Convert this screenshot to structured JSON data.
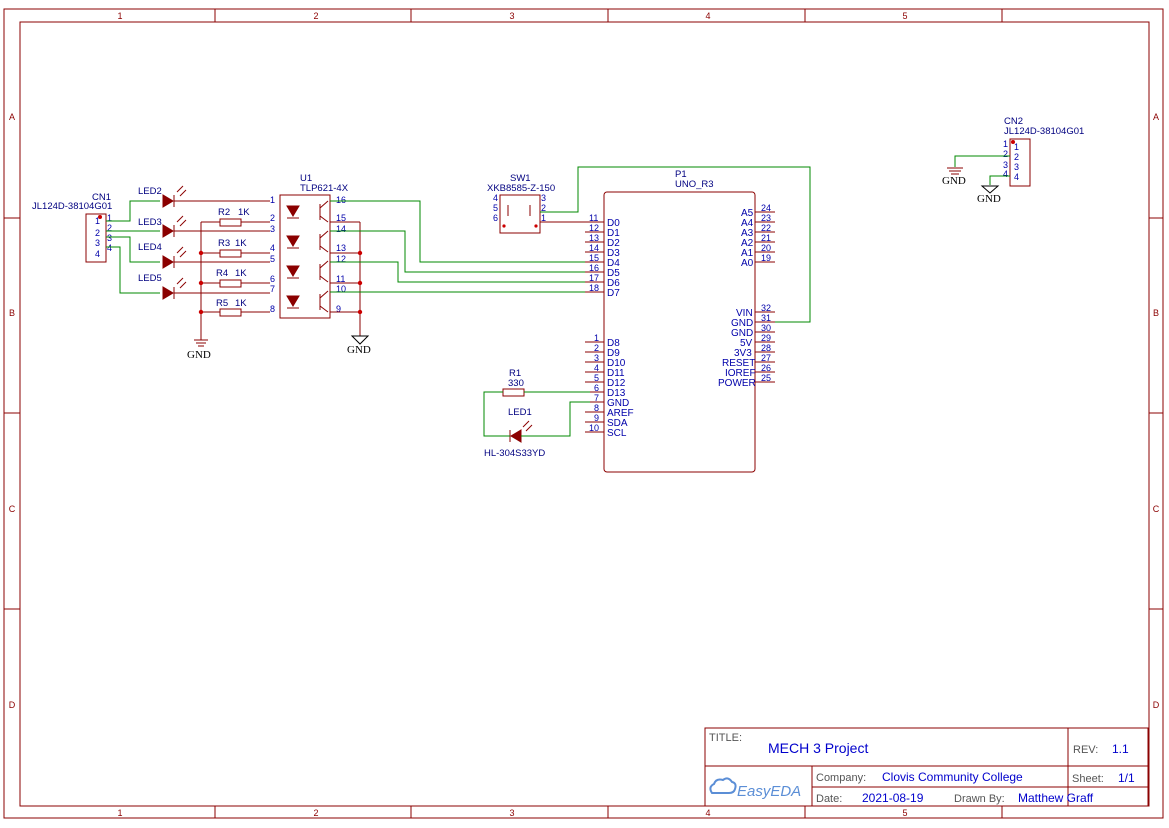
{
  "zones": {
    "cols": [
      "1",
      "2",
      "3",
      "4",
      "5"
    ],
    "rows": [
      "A",
      "B",
      "C",
      "D"
    ]
  },
  "components": {
    "cn1": {
      "ref": "CN1",
      "part": "JL124D-38104G01",
      "pins": [
        "1",
        "2",
        "3",
        "4"
      ],
      "numbers": [
        "1",
        "2",
        "3",
        "4"
      ]
    },
    "cn2": {
      "ref": "CN2",
      "part": "JL124D-38104G01",
      "pins": [
        "1",
        "2",
        "3",
        "4"
      ],
      "numbers": [
        "1",
        "2",
        "3",
        "4"
      ]
    },
    "leds": [
      "LED2",
      "LED3",
      "LED4",
      "LED5"
    ],
    "resistors": [
      {
        "ref": "R2",
        "value": "1K"
      },
      {
        "ref": "R3",
        "value": "1K"
      },
      {
        "ref": "R4",
        "value": "1K"
      },
      {
        "ref": "R5",
        "value": "1K"
      }
    ],
    "u1": {
      "ref": "U1",
      "part": "TLP621-4X",
      "left_pins": [
        "1",
        "2",
        "3",
        "4",
        "5",
        "6",
        "7",
        "8"
      ],
      "right_pins": [
        "16",
        "15",
        "14",
        "13",
        "12",
        "11",
        "10",
        "9"
      ]
    },
    "sw1": {
      "ref": "SW1",
      "part": "XKB8585-Z-150",
      "left_pins": [
        "4",
        "5",
        "6"
      ],
      "right_pins": [
        "3",
        "2",
        "1"
      ]
    },
    "p1": {
      "ref": "P1",
      "part": "UNO_R3",
      "left_top": [
        {
          "num": "11",
          "name": "D0"
        },
        {
          "num": "12",
          "name": "D1"
        },
        {
          "num": "13",
          "name": "D2"
        },
        {
          "num": "14",
          "name": "D3"
        },
        {
          "num": "15",
          "name": "D4"
        },
        {
          "num": "16",
          "name": "D5"
        },
        {
          "num": "17",
          "name": "D6"
        },
        {
          "num": "18",
          "name": "D7"
        }
      ],
      "left_bottom": [
        {
          "num": "1",
          "name": "D8"
        },
        {
          "num": "2",
          "name": "D9"
        },
        {
          "num": "3",
          "name": "D10"
        },
        {
          "num": "4",
          "name": "D11"
        },
        {
          "num": "5",
          "name": "D12"
        },
        {
          "num": "6",
          "name": "D13"
        },
        {
          "num": "7",
          "name": "GND"
        },
        {
          "num": "8",
          "name": "AREF"
        },
        {
          "num": "9",
          "name": "SDA"
        },
        {
          "num": "10",
          "name": "SCL"
        }
      ],
      "right_top": [
        {
          "num": "24",
          "name": "A5"
        },
        {
          "num": "23",
          "name": "A4"
        },
        {
          "num": "22",
          "name": "A3"
        },
        {
          "num": "21",
          "name": "A2"
        },
        {
          "num": "20",
          "name": "A1"
        },
        {
          "num": "19",
          "name": "A0"
        }
      ],
      "right_bottom": [
        {
          "num": "32",
          "name": "VIN"
        },
        {
          "num": "31",
          "name": "GND"
        },
        {
          "num": "30",
          "name": "GND"
        },
        {
          "num": "29",
          "name": "5V"
        },
        {
          "num": "28",
          "name": "3V3"
        },
        {
          "num": "27",
          "name": "RESET"
        },
        {
          "num": "26",
          "name": "IOREF"
        },
        {
          "num": "25",
          "name": "POWER"
        }
      ]
    },
    "r1": {
      "ref": "R1",
      "value": "330"
    },
    "led1": {
      "ref": "LED1",
      "part": "HL-304S33YD"
    },
    "gnd_label": "GND"
  },
  "title_block": {
    "title_label": "TITLE:",
    "title": "MECH 3 Project",
    "rev_label": "REV:",
    "rev": "1.1",
    "company_label": "Company:",
    "company": "Clovis Community College",
    "sheet_label": "Sheet:",
    "sheet": "1/1",
    "date_label": "Date:",
    "date": "2021-08-19",
    "drawn_label": "Drawn By:",
    "drawn_by": "Matthew Graff",
    "logo": "EasyEDA"
  },
  "colors": {
    "frame": "#8b0000",
    "wire": "#008800",
    "text": "#000080",
    "pin": "#0000aa"
  }
}
